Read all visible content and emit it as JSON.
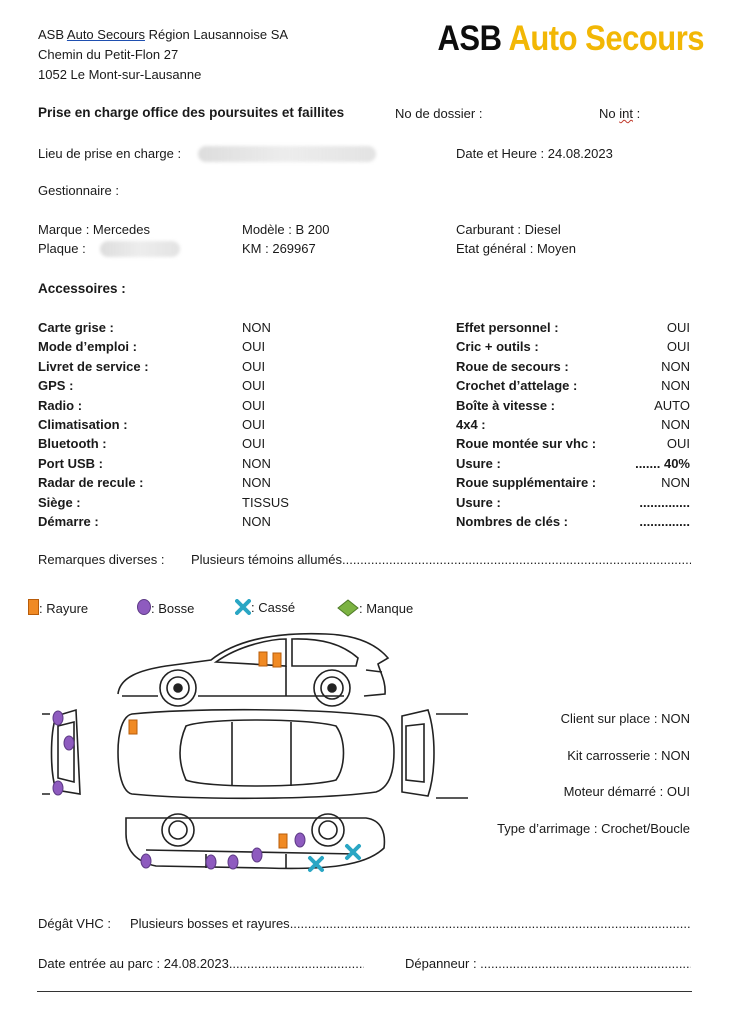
{
  "header": {
    "company_prefix": "ASB ",
    "company_link": "Auto Secours",
    "company_suffix": " Région Lausannoise SA",
    "street": "Chemin du Petit-Flon 27",
    "city": "1052 Le Mont-sur-Lausanne"
  },
  "logo": {
    "asb": "ASB",
    "auto_secours": "Auto Secours"
  },
  "title": "Prise en charge office des poursuites et faillites",
  "dossier_label": "No de dossier :",
  "no_int_prefix": "No ",
  "no_int_word": "int",
  "no_int_suffix": " :",
  "lieu_label": "Lieu de prise en charge :",
  "date_heure": "Date et Heure : 24.08.2023",
  "gestionnaire": "Gestionnaire :",
  "vehicle": {
    "marque": "Marque : Mercedes",
    "modele": "Modèle : B 200",
    "carburant": "Carburant : Diesel",
    "plaque": "Plaque :",
    "km": "KM : 269967",
    "etat": "Etat général : Moyen"
  },
  "accessoires_title": "Accessoires :",
  "accessories_left": [
    {
      "label": "Carte grise :",
      "value": "NON"
    },
    {
      "label": "Mode d’emploi :",
      "value": "OUI"
    },
    {
      "label": "Livret de service :",
      "value": "OUI"
    },
    {
      "label": "GPS :",
      "value": "OUI"
    },
    {
      "label": "Radio :",
      "value": "OUI"
    },
    {
      "label": "Climatisation :",
      "value": "OUI"
    },
    {
      "label": "Bluetooth :",
      "value": "OUI"
    },
    {
      "label": "Port USB :",
      "value": "NON"
    },
    {
      "label": "Radar de recule :",
      "value": "NON"
    },
    {
      "label": "Siège :",
      "value": "TISSUS"
    },
    {
      "label": "Démarre :",
      "value": "NON"
    }
  ],
  "accessories_right": [
    {
      "label": "Effet personnel :",
      "value": "OUI"
    },
    {
      "label": "Cric + outils :",
      "value": "OUI"
    },
    {
      "label": "Roue de secours :",
      "value": "NON"
    },
    {
      "label": "Crochet d’attelage :",
      "value": "NON"
    },
    {
      "label": "Boîte à vitesse :",
      "value": "AUTO"
    },
    {
      "label": "4x4 :",
      "value": "NON"
    },
    {
      "label": "Roue montée sur vhc :",
      "value": "OUI"
    },
    {
      "label": "Usure :",
      "value": "....... 40%"
    },
    {
      "label": "Roue supplémentaire :",
      "value": "NON"
    },
    {
      "label": "Usure :",
      "value": ".............."
    },
    {
      "label": "Nombres de clés :",
      "value": ".............."
    }
  ],
  "remarques_label": "Remarques diverses :",
  "remarques_value": "Plusieurs témoins allumés",
  "legend": {
    "rayure": ": Rayure",
    "bosse": ": Bosse",
    "casse": ": Cassé",
    "manque": ": Manque"
  },
  "legend_colors": {
    "rayure": "#f08a24",
    "bosse": "#8e5bbf",
    "casse": "#2aa6c4",
    "manque": "#7cb342"
  },
  "status": [
    "Client sur place : NON",
    "Kit carrosserie : NON",
    "Moteur démarré : OUI",
    "Type d’arrimage : Crochet/Boucle"
  ],
  "degat_label": "Dégât VHC :",
  "degat_value": "Plusieurs bosses et rayures",
  "date_entree": "Date entrée au parc : 24.08.2023",
  "depanneur": "Dépanneur :"
}
